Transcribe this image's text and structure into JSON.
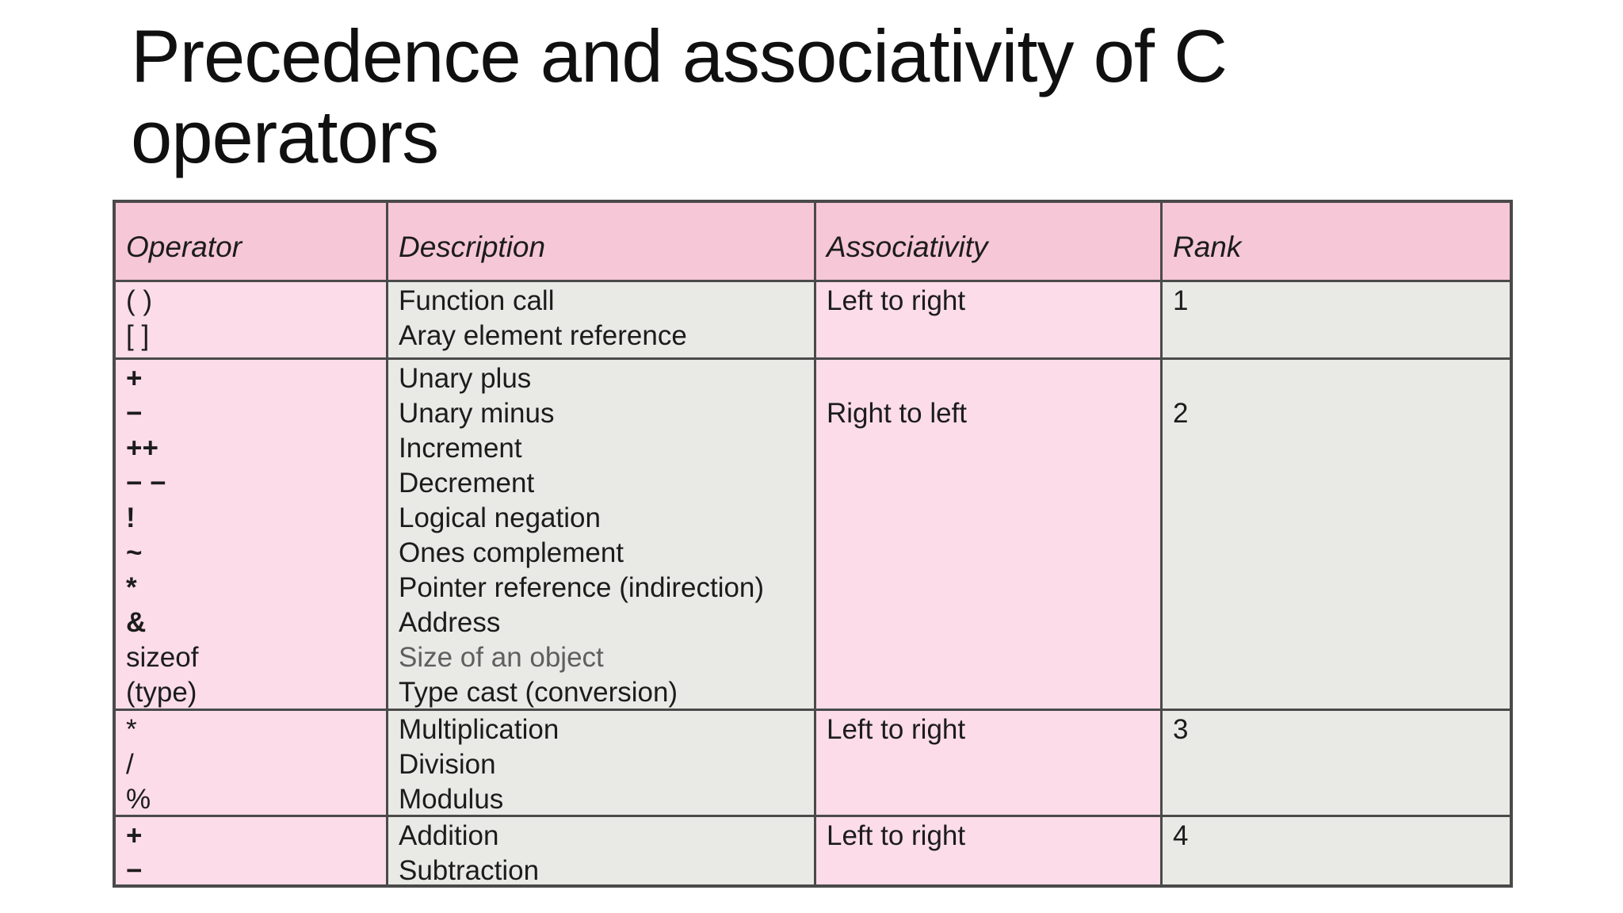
{
  "title": "Precedence and associativity of C operators",
  "table": {
    "headers": [
      "Operator",
      "Description",
      "Associativity",
      "Rank"
    ],
    "rows": [
      {
        "operators": [
          "( )",
          "[ ]"
        ],
        "descriptions": [
          "Function call",
          "Aray element reference"
        ],
        "associativity": "Left to right",
        "rank": "1"
      },
      {
        "operators": [
          "+",
          "−",
          "++",
          "− −",
          "!",
          "~",
          "*",
          "&",
          "sizeof",
          "(type)"
        ],
        "descriptions": [
          "Unary plus",
          "Unary minus",
          "Increment",
          "Decrement",
          "Logical negation",
          "Ones complement",
          "Pointer reference (indirection)",
          "Address",
          "Size of an object",
          "Type cast (conversion)"
        ],
        "associativity": "Right to left",
        "rank": "2"
      },
      {
        "operators": [
          "*",
          "/",
          "%"
        ],
        "descriptions": [
          "Multiplication",
          "Division",
          "Modulus"
        ],
        "associativity": "Left to right",
        "rank": "3"
      },
      {
        "operators": [
          "+",
          "−"
        ],
        "descriptions": [
          "Addition",
          "Subtraction"
        ],
        "associativity": "Left to right",
        "rank": "4"
      }
    ]
  },
  "colors": {
    "background": "#ffffff",
    "title_color": "#101010",
    "text": "#1c1c1c",
    "muted_text": "#5f5f5f",
    "header_bg": "#f6c7d7",
    "pink_cell_bg": "#fbdce8",
    "gray_cell_bg": "#e9eae5",
    "grid_line": "#4a4a4a"
  }
}
